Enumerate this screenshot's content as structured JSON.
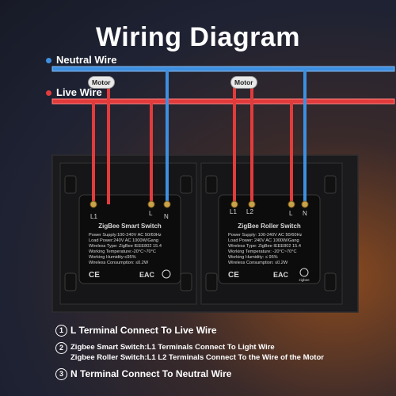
{
  "title": "Wiring Diagram",
  "legend": {
    "neutral": {
      "label": "Neutral Wire",
      "color": "#3d8fe0"
    },
    "live": {
      "label": "Live Wire",
      "color": "#e23b3b"
    }
  },
  "motor_tags": [
    "Motor",
    "Motor"
  ],
  "modules": [
    {
      "name": "ZigBee Smart Switch",
      "terminals": [
        "L1",
        "L",
        "N"
      ],
      "specs": [
        "Power Supply:100-240V AC 50/60Hz",
        "Load Power:240V AC 1000W/Gang",
        "Wireless Type: ZigBee IEEE802 15.4",
        "Working Temperature:-20°C~70°C",
        "Working Humidity:≤95%",
        "Wireless Consumption: ≤0.2W"
      ],
      "marks": [
        "CE",
        "EAC"
      ]
    },
    {
      "name": "ZigBee Roller Switch",
      "terminals": [
        "L1",
        "L2",
        "L",
        "N"
      ],
      "specs": [
        "Power Supply: 100-240V AC 50/60Hz",
        "Load Power: 240V AC 1000W/Gang",
        "Wireless Type: ZigBee IEEE802 15.4",
        "Working Temperature: -20°C~70°C",
        "Working Humidity: ≤ 95%",
        "Wireless Consumption: ≤0.2W"
      ],
      "marks": [
        "CE",
        "EAC",
        "zigbee"
      ]
    }
  ],
  "steps": [
    {
      "num": "1",
      "lines": [
        "L Terminal Connect To Live Wire"
      ]
    },
    {
      "num": "2",
      "lines": [
        "Zigbee Smart Switch:L1 Terminals Connect To Light Wire",
        "Zigbee Roller Switch:L1 L2 Terminals Connect To the Wire of the Motor"
      ]
    },
    {
      "num": "3",
      "lines": [
        "N Terminal Connect To Neutral Wire"
      ]
    }
  ]
}
